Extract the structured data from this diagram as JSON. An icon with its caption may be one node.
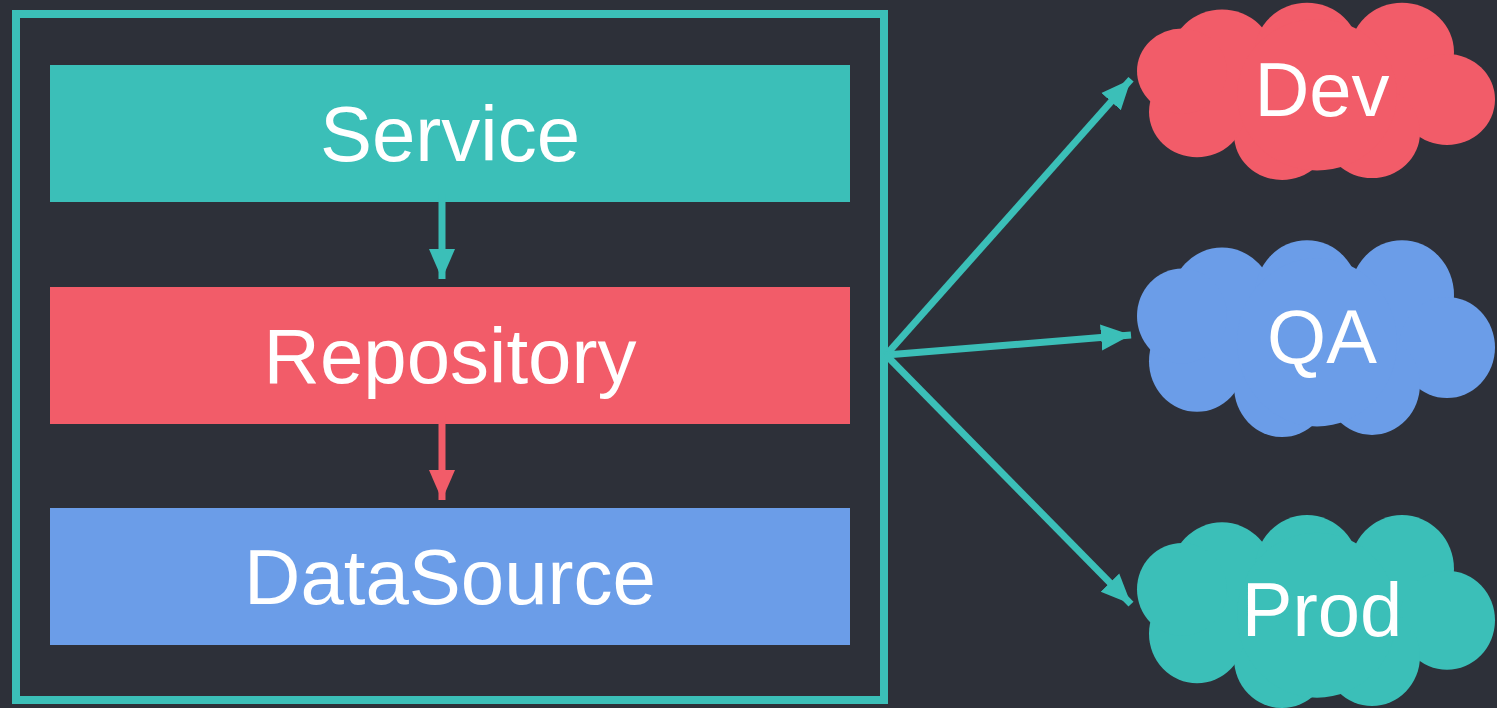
{
  "diagram": {
    "nodes": [
      {
        "text": [],
        "shape": "box"
      },
      {
        "text": [
          "Service"
        ],
        "in": 0
      },
      {
        "text": [
          "Repository"
        ],
        "in": 0
      },
      {
        "text": [
          "DataSource"
        ],
        "in": 0
      },
      {
        "text": [
          "Dev"
        ]
      },
      {
        "text": [
          "QA"
        ]
      },
      {
        "text": [
          "Prod"
        ]
      }
    ],
    "edges": [
      {
        "from": 1,
        "to": 2,
        "arrow": "to"
      },
      {
        "from": 2,
        "to": 3,
        "arrow": "to",
        "color": "#f25c69"
      },
      {
        "from": 0,
        "to": 4,
        "arrow": "to"
      },
      {
        "from": 0,
        "to": 5,
        "arrow": "to"
      },
      {
        "from": 0,
        "to": 6,
        "arrow": "to"
      }
    ]
  }
}
